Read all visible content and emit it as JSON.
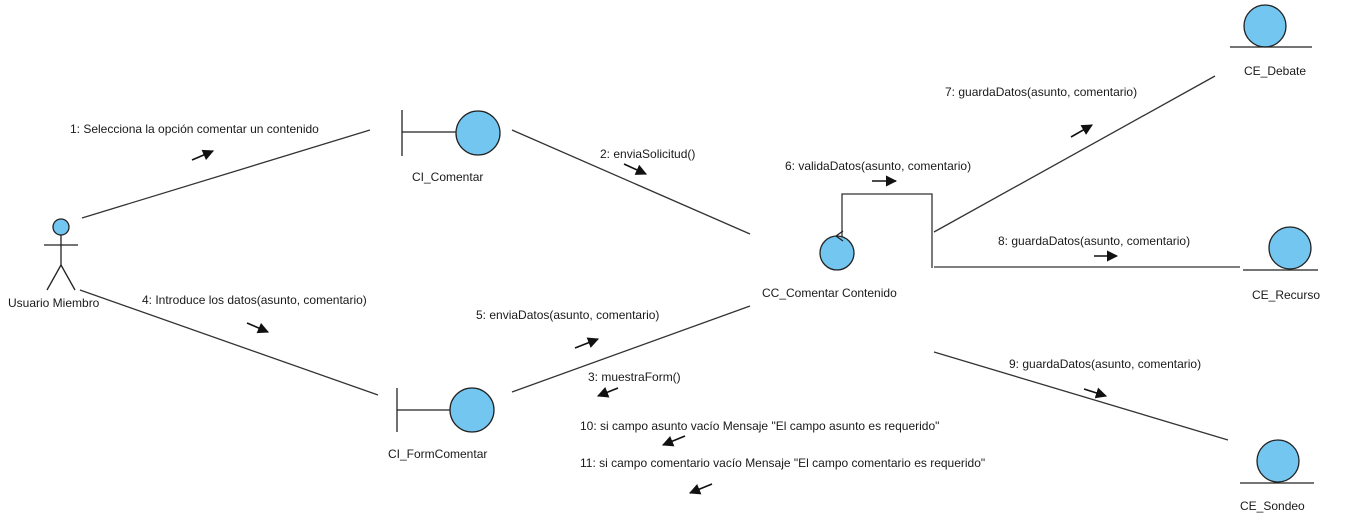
{
  "theme": {
    "object_fill": "#73c6f0",
    "object_stroke": "#222222",
    "line": "#333333",
    "background": "#ffffff"
  },
  "actor": {
    "name": "Usuario Miembro"
  },
  "objects": {
    "ci_comentar": {
      "stereotype": "boundary",
      "name": "CI_Comentar"
    },
    "ci_formcomentar": {
      "stereotype": "boundary",
      "name": "CI_FormComentar"
    },
    "cc_comentar_contenido": {
      "stereotype": "control",
      "name": "CC_Comentar Contenido"
    },
    "ce_debate": {
      "stereotype": "entity",
      "name": "CE_Debate"
    },
    "ce_recurso": {
      "stereotype": "entity",
      "name": "CE_Recurso"
    },
    "ce_sondeo": {
      "stereotype": "entity",
      "name": "CE_Sondeo"
    }
  },
  "messages": {
    "m1": "1: Selecciona la opción comentar un contenido",
    "m2": "2: enviaSolicitud()",
    "m3": "3: muestraForm()",
    "m4": "4: Introduce los datos(asunto, comentario)",
    "m5": "5: enviaDatos(asunto, comentario)",
    "m6": "6: validaDatos(asunto, comentario)",
    "m7": "7: guardaDatos(asunto, comentario)",
    "m8": "8: guardaDatos(asunto, comentario)",
    "m9": "9: guardaDatos(asunto, comentario)",
    "m10": "10: si campo asunto vacío Mensaje \"El campo asunto es requerido\"",
    "m11": "11: si campo comentario vacío Mensaje \"El campo comentario es requerido\""
  }
}
